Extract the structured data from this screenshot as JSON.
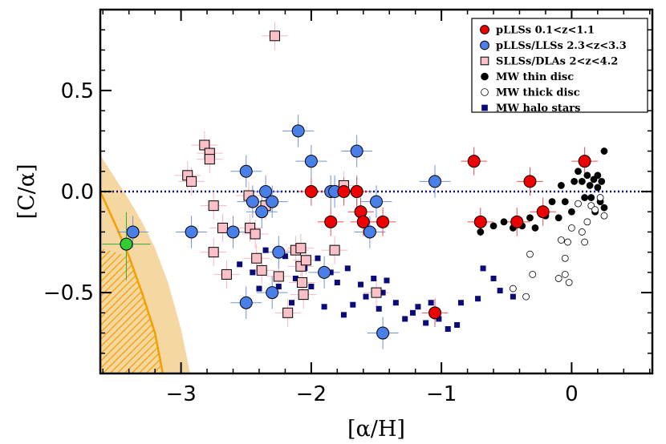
{
  "chart_data": {
    "type": "scatter",
    "xlabel": "[α/H]",
    "ylabel": "[C/α]",
    "xlim": [
      -3.62,
      0.62
    ],
    "ylim": [
      -0.9,
      0.9
    ],
    "xticks": [
      -3,
      -2,
      -1,
      0
    ],
    "xtick_labels": [
      "−3",
      "−2",
      "−1",
      "0"
    ],
    "yticks": [
      -0.5,
      0.0,
      0.5
    ],
    "ytick_labels": [
      "−0.5",
      "0.0",
      "0.5"
    ],
    "reference_line_y": 0.0,
    "legend_position": "top-right",
    "colors": {
      "plls_low_z": "#ee0000",
      "plls_high_z": "#4a7fe8",
      "sllss": "#f9c0c8",
      "mw_thin": "#000000",
      "mw_thick": "#ffffff",
      "mw_halo": "#0a0a7a",
      "model_band": "#f5d7a1",
      "model_line": "#f5a000",
      "reference_point": "#33cc33",
      "reference_line": "#0a0a7a"
    },
    "series": [
      {
        "name": "pLLSs 0.1<z<1.1",
        "marker": "circle-filled",
        "points": [
          {
            "x": -2.0,
            "y": 0.0
          },
          {
            "x": -1.85,
            "y": -0.15
          },
          {
            "x": -1.75,
            "y": 0.0
          },
          {
            "x": -1.65,
            "y": 0.0
          },
          {
            "x": -1.62,
            "y": -0.1
          },
          {
            "x": -1.6,
            "y": -0.15
          },
          {
            "x": -1.45,
            "y": -0.15
          },
          {
            "x": -1.05,
            "y": -0.6
          },
          {
            "x": -0.75,
            "y": 0.15
          },
          {
            "x": -0.7,
            "y": -0.15
          },
          {
            "x": -0.42,
            "y": -0.15
          },
          {
            "x": -0.32,
            "y": 0.05
          },
          {
            "x": -0.22,
            "y": -0.1
          },
          {
            "x": 0.1,
            "y": 0.15
          }
        ]
      },
      {
        "name": "pLLSs/LLSs 2.3<z<3.3",
        "marker": "circle-filled",
        "points": [
          {
            "x": -3.37,
            "y": -0.2
          },
          {
            "x": -2.92,
            "y": -0.2
          },
          {
            "x": -2.6,
            "y": -0.2
          },
          {
            "x": -2.5,
            "y": 0.1
          },
          {
            "x": -2.5,
            "y": -0.55
          },
          {
            "x": -2.45,
            "y": -0.05
          },
          {
            "x": -2.38,
            "y": -0.1
          },
          {
            "x": -2.35,
            "y": 0.0
          },
          {
            "x": -2.3,
            "y": -0.5
          },
          {
            "x": -2.3,
            "y": -0.05
          },
          {
            "x": -2.25,
            "y": -0.3
          },
          {
            "x": -2.1,
            "y": 0.3
          },
          {
            "x": -2.0,
            "y": 0.15
          },
          {
            "x": -1.9,
            "y": -0.4
          },
          {
            "x": -1.85,
            "y": 0.0
          },
          {
            "x": -1.82,
            "y": 0.0
          },
          {
            "x": -1.65,
            "y": 0.2
          },
          {
            "x": -1.65,
            "y": 0.0
          },
          {
            "x": -1.55,
            "y": -0.2
          },
          {
            "x": -1.5,
            "y": -0.05
          },
          {
            "x": -1.45,
            "y": -0.7
          },
          {
            "x": -1.05,
            "y": 0.05
          }
        ]
      },
      {
        "name": "SLLSs/DLAs 2<z<4.2",
        "marker": "square-filled",
        "points": [
          {
            "x": -2.95,
            "y": 0.08
          },
          {
            "x": -2.92,
            "y": 0.05
          },
          {
            "x": -2.82,
            "y": 0.23
          },
          {
            "x": -2.78,
            "y": 0.19
          },
          {
            "x": -2.78,
            "y": 0.16
          },
          {
            "x": -2.75,
            "y": -0.07
          },
          {
            "x": -2.75,
            "y": -0.3
          },
          {
            "x": -2.68,
            "y": -0.18
          },
          {
            "x": -2.65,
            "y": -0.41
          },
          {
            "x": -2.48,
            "y": -0.02
          },
          {
            "x": -2.47,
            "y": -0.18
          },
          {
            "x": -2.43,
            "y": -0.21
          },
          {
            "x": -2.42,
            "y": -0.33
          },
          {
            "x": -2.38,
            "y": -0.39
          },
          {
            "x": -2.35,
            "y": -0.07
          },
          {
            "x": -2.28,
            "y": 0.77
          },
          {
            "x": -2.25,
            "y": -0.42
          },
          {
            "x": -2.18,
            "y": -0.6
          },
          {
            "x": -2.12,
            "y": -0.29
          },
          {
            "x": -2.08,
            "y": -0.28
          },
          {
            "x": -2.08,
            "y": -0.37
          },
          {
            "x": -2.07,
            "y": -0.45
          },
          {
            "x": -2.06,
            "y": -0.51
          },
          {
            "x": -2.04,
            "y": -0.34
          },
          {
            "x": -1.82,
            "y": -0.29
          },
          {
            "x": -1.75,
            "y": 0.03
          },
          {
            "x": -1.5,
            "y": -0.5
          }
        ]
      },
      {
        "name": "MW thin disc",
        "marker": "dot-filled",
        "points": [
          {
            "x": -0.7,
            "y": -0.2
          },
          {
            "x": -0.6,
            "y": -0.17
          },
          {
            "x": -0.52,
            "y": -0.15
          },
          {
            "x": -0.45,
            "y": -0.18
          },
          {
            "x": -0.38,
            "y": -0.17
          },
          {
            "x": -0.32,
            "y": -0.13
          },
          {
            "x": -0.28,
            "y": -0.18
          },
          {
            "x": -0.2,
            "y": -0.12
          },
          {
            "x": -0.15,
            "y": -0.05
          },
          {
            "x": -0.1,
            "y": -0.13
          },
          {
            "x": -0.08,
            "y": 0.03
          },
          {
            "x": -0.05,
            "y": -0.05
          },
          {
            "x": 0.0,
            "y": -0.1
          },
          {
            "x": 0.02,
            "y": 0.05
          },
          {
            "x": 0.05,
            "y": 0.1
          },
          {
            "x": 0.08,
            "y": 0.05
          },
          {
            "x": 0.1,
            "y": -0.03
          },
          {
            "x": 0.12,
            "y": 0.08
          },
          {
            "x": 0.14,
            "y": 0.03
          },
          {
            "x": 0.15,
            "y": -0.03
          },
          {
            "x": 0.17,
            "y": 0.06
          },
          {
            "x": 0.18,
            "y": -0.1
          },
          {
            "x": 0.2,
            "y": 0.02
          },
          {
            "x": 0.2,
            "y": 0.08
          },
          {
            "x": 0.22,
            "y": -0.05
          },
          {
            "x": 0.23,
            "y": 0.05
          },
          {
            "x": 0.25,
            "y": 0.2
          },
          {
            "x": 0.25,
            "y": -0.08
          }
        ]
      },
      {
        "name": "MW thick disc",
        "marker": "dot-open",
        "points": [
          {
            "x": -0.45,
            "y": -0.48
          },
          {
            "x": -0.35,
            "y": -0.52
          },
          {
            "x": -0.3,
            "y": -0.41
          },
          {
            "x": -0.32,
            "y": -0.31
          },
          {
            "x": -0.1,
            "y": -0.43
          },
          {
            "x": -0.08,
            "y": -0.24
          },
          {
            "x": -0.05,
            "y": -0.33
          },
          {
            "x": -0.05,
            "y": -0.41
          },
          {
            "x": -0.03,
            "y": -0.25
          },
          {
            "x": -0.02,
            "y": -0.45
          },
          {
            "x": 0.0,
            "y": -0.18
          },
          {
            "x": 0.05,
            "y": -0.06
          },
          {
            "x": 0.08,
            "y": -0.2
          },
          {
            "x": 0.1,
            "y": -0.25
          },
          {
            "x": 0.12,
            "y": -0.15
          },
          {
            "x": 0.15,
            "y": -0.07
          },
          {
            "x": 0.18,
            "y": -0.09
          },
          {
            "x": 0.22,
            "y": -0.03
          },
          {
            "x": 0.25,
            "y": -0.12
          }
        ]
      },
      {
        "name": "MW halo stars",
        "marker": "square-small",
        "points": [
          {
            "x": -2.55,
            "y": -0.36
          },
          {
            "x": -2.45,
            "y": -0.4
          },
          {
            "x": -2.4,
            "y": -0.48
          },
          {
            "x": -2.35,
            "y": -0.29
          },
          {
            "x": -2.25,
            "y": -0.47
          },
          {
            "x": -2.2,
            "y": -0.32
          },
          {
            "x": -2.15,
            "y": -0.55
          },
          {
            "x": -2.12,
            "y": -0.43
          },
          {
            "x": -2.05,
            "y": -0.38
          },
          {
            "x": -2.0,
            "y": -0.47
          },
          {
            "x": -1.95,
            "y": -0.33
          },
          {
            "x": -1.9,
            "y": -0.57
          },
          {
            "x": -1.85,
            "y": -0.4
          },
          {
            "x": -1.8,
            "y": -0.45
          },
          {
            "x": -1.75,
            "y": -0.61
          },
          {
            "x": -1.72,
            "y": -0.38
          },
          {
            "x": -1.68,
            "y": -0.56
          },
          {
            "x": -1.62,
            "y": -0.46
          },
          {
            "x": -1.58,
            "y": -0.52
          },
          {
            "x": -1.52,
            "y": -0.43
          },
          {
            "x": -1.48,
            "y": -0.58
          },
          {
            "x": -1.45,
            "y": -0.5
          },
          {
            "x": -1.42,
            "y": -0.44
          },
          {
            "x": -1.35,
            "y": -0.55
          },
          {
            "x": -1.28,
            "y": -0.63
          },
          {
            "x": -1.22,
            "y": -0.6
          },
          {
            "x": -1.18,
            "y": -0.57
          },
          {
            "x": -1.12,
            "y": -0.65
          },
          {
            "x": -1.08,
            "y": -0.55
          },
          {
            "x": -1.02,
            "y": -0.63
          },
          {
            "x": -0.95,
            "y": -0.68
          },
          {
            "x": -0.88,
            "y": -0.66
          },
          {
            "x": -0.85,
            "y": -0.55
          },
          {
            "x": -0.72,
            "y": -0.53
          },
          {
            "x": -0.68,
            "y": -0.38
          },
          {
            "x": -0.6,
            "y": -0.43
          },
          {
            "x": -0.55,
            "y": -0.49
          },
          {
            "x": -0.45,
            "y": -0.52
          }
        ]
      }
    ],
    "reference_point": {
      "x": -3.42,
      "y": -0.26
    },
    "model_band": {
      "upper": [
        [
          -3.62,
          0.18
        ],
        [
          -3.5,
          0.06
        ],
        [
          -3.4,
          -0.04
        ],
        [
          -3.3,
          -0.15
        ],
        [
          -3.2,
          -0.28
        ],
        [
          -3.1,
          -0.45
        ],
        [
          -3.0,
          -0.68
        ],
        [
          -2.93,
          -0.9
        ]
      ],
      "lower": [
        [
          -3.62,
          -0.9
        ]
      ],
      "curve": [
        [
          -3.62,
          0.0
        ],
        [
          -3.5,
          -0.17
        ],
        [
          -3.4,
          -0.32
        ],
        [
          -3.3,
          -0.5
        ],
        [
          -3.2,
          -0.7
        ],
        [
          -3.14,
          -0.9
        ]
      ],
      "hatch_top": [
        [
          -3.62,
          -0.28
        ],
        [
          -3.14,
          -0.9
        ]
      ]
    }
  }
}
